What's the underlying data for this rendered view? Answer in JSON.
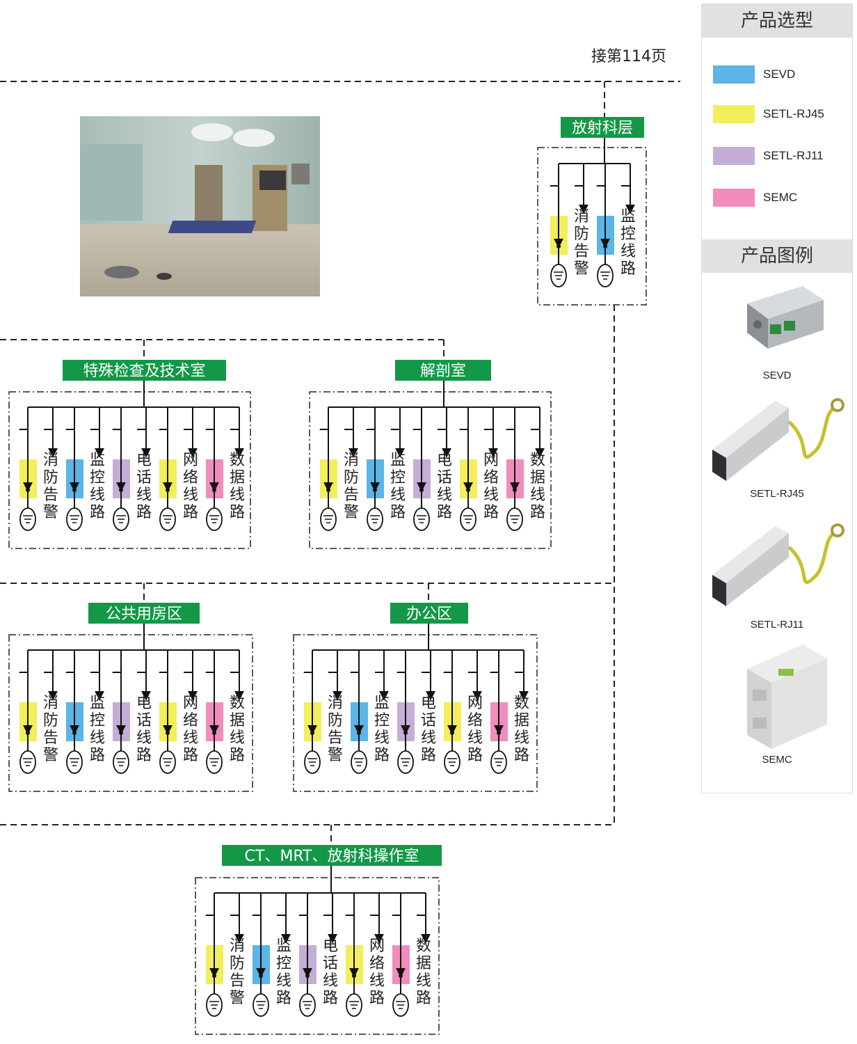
{
  "continuation": "接第114页",
  "colors": {
    "SEVD": "#5bb5e6",
    "SETL-RJ45": "#f2ee5c",
    "SETL-RJ11": "#c4aed6",
    "SEMC": "#f08dbd",
    "zone_label_bg": "#139848"
  },
  "zones": [
    {
      "label": "放射科层",
      "lines": [
        {
          "name": "消防告警",
          "product": "SETL-RJ45"
        },
        {
          "name": "监控线路",
          "product": "SEVD"
        }
      ]
    },
    {
      "label": "特殊检查及技术室",
      "lines": [
        {
          "name": "消防告警",
          "product": "SETL-RJ45"
        },
        {
          "name": "监控线路",
          "product": "SEVD"
        },
        {
          "name": "电话线路",
          "product": "SETL-RJ11"
        },
        {
          "name": "网络线路",
          "product": "SETL-RJ45"
        },
        {
          "name": "数据线路",
          "product": "SEMC"
        }
      ]
    },
    {
      "label": "解剖室",
      "lines": [
        {
          "name": "消防告警",
          "product": "SETL-RJ45"
        },
        {
          "name": "监控线路",
          "product": "SEVD"
        },
        {
          "name": "电话线路",
          "product": "SETL-RJ11"
        },
        {
          "name": "网络线路",
          "product": "SETL-RJ45"
        },
        {
          "name": "数据线路",
          "product": "SEMC"
        }
      ]
    },
    {
      "label": "公共用房区",
      "lines": [
        {
          "name": "消防告警",
          "product": "SETL-RJ45"
        },
        {
          "name": "监控线路",
          "product": "SEVD"
        },
        {
          "name": "电话线路",
          "product": "SETL-RJ11"
        },
        {
          "name": "网络线路",
          "product": "SETL-RJ45"
        },
        {
          "name": "数据线路",
          "product": "SEMC"
        }
      ]
    },
    {
      "label": "办公区",
      "lines": [
        {
          "name": "消防告警",
          "product": "SETL-RJ45"
        },
        {
          "name": "监控线路",
          "product": "SEVD"
        },
        {
          "name": "电话线路",
          "product": "SETL-RJ11"
        },
        {
          "name": "网络线路",
          "product": "SETL-RJ45"
        },
        {
          "name": "数据线路",
          "product": "SEMC"
        }
      ]
    },
    {
      "label": "CT、MRT、放射科操作室",
      "lines": [
        {
          "name": "消防告警",
          "product": "SETL-RJ45"
        },
        {
          "name": "监控线路",
          "product": "SEVD"
        },
        {
          "name": "电话线路",
          "product": "SETL-RJ11"
        },
        {
          "name": "网络线路",
          "product": "SETL-RJ45"
        },
        {
          "name": "数据线路",
          "product": "SEMC"
        }
      ]
    }
  ],
  "sidebar": {
    "selection_title": "产品选型",
    "legend": [
      {
        "label": "SEVD",
        "color": "#5bb5e6"
      },
      {
        "label": "SETL-RJ45",
        "color": "#f2ee5c"
      },
      {
        "label": "SETL-RJ11",
        "color": "#c4aed6"
      },
      {
        "label": "SEMC",
        "color": "#f08dbd"
      }
    ],
    "examples_title": "产品图例",
    "products": [
      "SEVD",
      "SETL-RJ45",
      "SETL-RJ11",
      "SEMC"
    ]
  }
}
